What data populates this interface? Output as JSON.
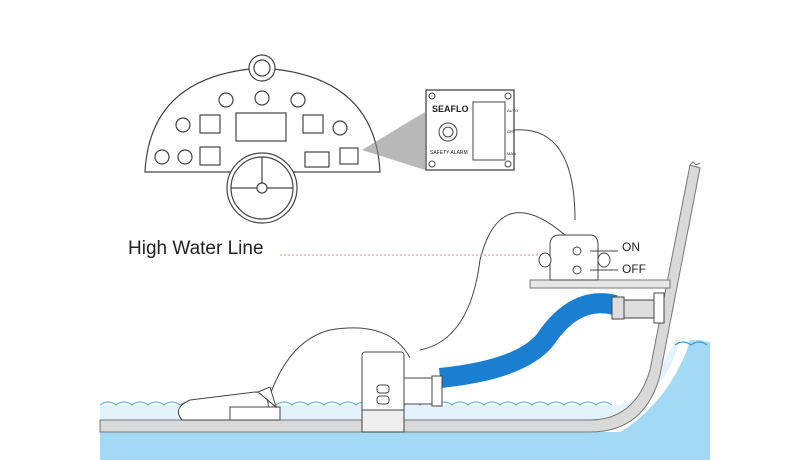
{
  "diagram": {
    "title": "Bilge pump installation with float switch and safety alarm panel",
    "labels": {
      "high_water_line": "High Water Line",
      "switch_on": "ON",
      "switch_off": "OFF"
    },
    "alarm_panel": {
      "brand": "SEAFLO",
      "caption": "SAFETY ALARM",
      "switch_positions": [
        "AUTO",
        "OFF",
        "MAN"
      ]
    },
    "components": [
      "helm-dashboard",
      "safety-alarm-panel",
      "float-switch",
      "bilge-pump",
      "discharge-hose",
      "thru-hull-fitting",
      "hull",
      "bilge-float-sensor"
    ],
    "colors": {
      "hose": "#1a7fd0",
      "water_outside": "#a3d9f5",
      "water_bilge": "#e3f2fb",
      "hull": "#d9d9d9",
      "line": "#333333",
      "high_water_dash": "#d88"
    }
  }
}
